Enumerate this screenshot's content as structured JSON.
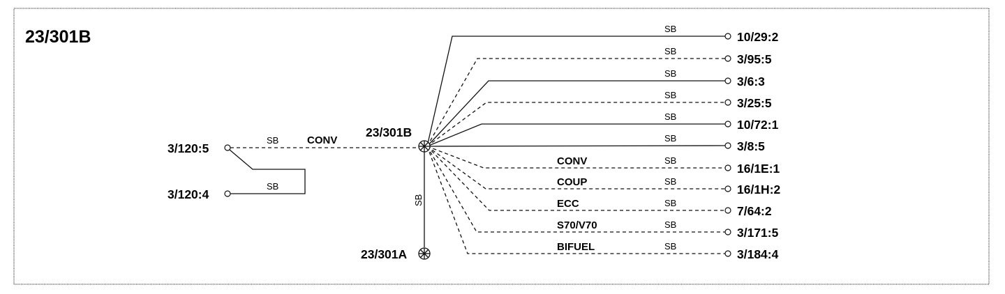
{
  "title": "23/301B",
  "hub": {
    "label": "23/301B"
  },
  "ground": {
    "label": "23/301A",
    "wire_color": "SB"
  },
  "left": {
    "top_label": "3/120:5",
    "bottom_label": "3/120:4",
    "wire_color_top": "SB",
    "variant": "CONV",
    "wire_color_bottom": "SB"
  },
  "branches": [
    {
      "terminal": "10/29:2",
      "color": "SB",
      "variant": "",
      "dashed": false
    },
    {
      "terminal": "3/95:5",
      "color": "SB",
      "variant": "",
      "dashed": true
    },
    {
      "terminal": "3/6:3",
      "color": "SB",
      "variant": "",
      "dashed": false
    },
    {
      "terminal": "3/25:5",
      "color": "SB",
      "variant": "",
      "dashed": true
    },
    {
      "terminal": "10/72:1",
      "color": "SB",
      "variant": "",
      "dashed": false
    },
    {
      "terminal": "3/8:5",
      "color": "SB",
      "variant": "",
      "dashed": false
    },
    {
      "terminal": "16/1E:1",
      "color": "SB",
      "variant": "CONV",
      "dashed": true
    },
    {
      "terminal": "16/1H:2",
      "color": "SB",
      "variant": "COUP",
      "dashed": true
    },
    {
      "terminal": "7/64:2",
      "color": "SB",
      "variant": "ECC",
      "dashed": true
    },
    {
      "terminal": "3/171:5",
      "color": "SB",
      "variant": "S70/V70",
      "dashed": true
    },
    {
      "terminal": "3/184:4",
      "color": "SB",
      "variant": "BIFUEL",
      "dashed": true
    }
  ]
}
